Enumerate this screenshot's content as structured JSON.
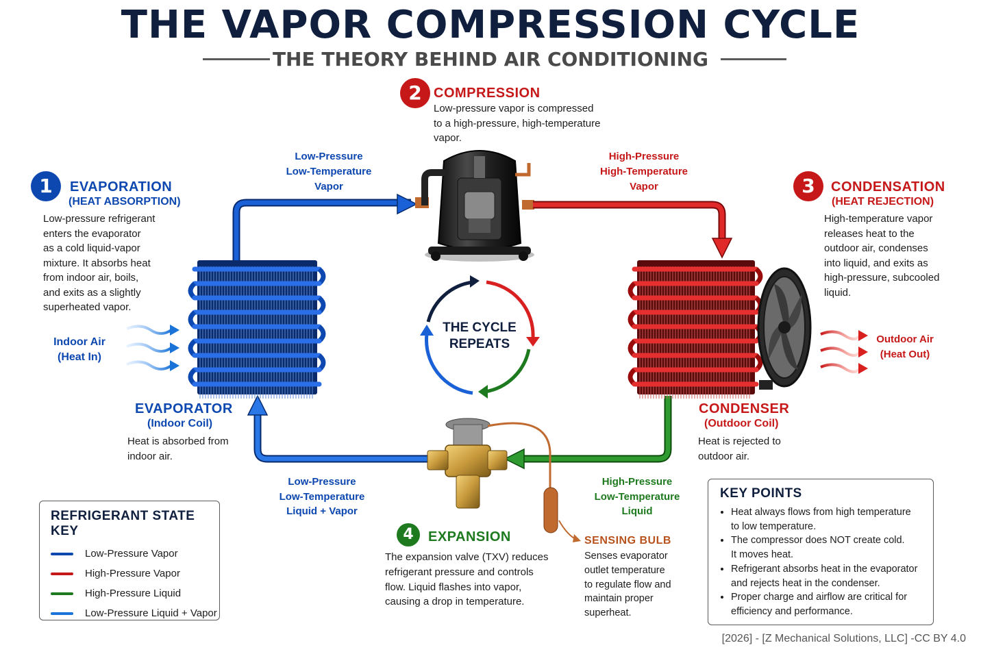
{
  "title": "THE VAPOR COMPRESSION CYCLE",
  "subtitle": "THE THEORY BEHIND AIR CONDITIONING",
  "steps": [
    {
      "number": "1",
      "title": "EVAPORATION",
      "subtitle": "(HEAT ABSORPTION)",
      "body": [
        "Low-pressure refrigerant",
        "enters the evaporator",
        "as a cold liquid-vapor",
        "mixture. It absorbs heat",
        "from indoor air, boils,",
        "and exits as a slightly",
        "superheated vapor."
      ]
    },
    {
      "number": "2",
      "title": "COMPRESSION",
      "subtitle": "",
      "body": [
        "Low-pressure vapor is compressed",
        "to a high-pressure, high-temperature",
        "vapor."
      ]
    },
    {
      "number": "3",
      "title": "CONDENSATION",
      "subtitle": "(HEAT REJECTION)",
      "body": [
        "High-temperature vapor",
        "releases heat to the",
        "outdoor air, condenses",
        "into liquid, and exits as",
        "high-pressure, subcooled",
        "liquid."
      ]
    },
    {
      "number": "4",
      "title": "EXPANSION",
      "subtitle": "",
      "body": [
        "The expansion valve (TXV) reduces",
        "refrigerant pressure and controls",
        "flow. Liquid flashes into vapor,",
        "causing a drop in temperature."
      ]
    }
  ],
  "flow_labels": {
    "suction": [
      "Low-Pressure",
      "Low-Temperature",
      "Vapor"
    ],
    "discharge": [
      "High-Pressure",
      "High-Temperature",
      "Vapor"
    ],
    "liquid_line": [
      "High-Pressure",
      "Low-Temperature",
      "Liquid"
    ],
    "mixture": [
      "Low-Pressure",
      "Low-Temperature",
      "Liquid + Vapor"
    ]
  },
  "components": {
    "evaporator": {
      "title": "EVAPORATOR",
      "subtitle": "(Indoor Coil)",
      "body": [
        "Heat is absorbed from",
        "indoor air."
      ]
    },
    "condenser": {
      "title": "CONDENSER",
      "subtitle": "(Outdoor Coil)",
      "body": [
        "Heat is rejected to",
        "outdoor air."
      ]
    },
    "sensing_bulb": {
      "title": "SENSING BULB",
      "body": [
        "Senses evaporator",
        "outlet temperature",
        "to regulate flow and",
        "maintain proper",
        "superheat."
      ]
    }
  },
  "air": {
    "indoor": [
      "Indoor Air",
      "(Heat In)"
    ],
    "outdoor": [
      "Outdoor Air",
      "(Heat Out)"
    ]
  },
  "cycle_text": [
    "THE CYCLE",
    "REPEATS"
  ],
  "legend": {
    "title": "REFRIGERANT STATE KEY",
    "items": [
      {
        "label": "Low-Pressure Vapor",
        "color": "#0d47b0"
      },
      {
        "label": "High-Pressure Vapor",
        "color": "#c61818"
      },
      {
        "label": "High-Pressure Liquid",
        "color": "#1e7a1e"
      },
      {
        "label": "Low-Pressure Liquid + Vapor",
        "color": "#1a73d6"
      }
    ]
  },
  "key_points": {
    "title": "KEY POINTS",
    "items": [
      [
        "Heat always flows from high temperature",
        "to low temperature."
      ],
      [
        "The compressor does NOT create cold.",
        "It moves heat."
      ],
      [
        "Refrigerant absorbs heat in the evaporator",
        "and rejects heat in the condenser."
      ],
      [
        "Proper charge and airflow are critical for",
        "efficiency and performance."
      ]
    ]
  },
  "footer": "[2026] - [Z Mechanical Solutions, LLC] -CC BY 4.0",
  "colors": {
    "low_pressure_vapor": "#0d47b0",
    "high_pressure_vapor": "#c61818",
    "high_pressure_liquid": "#1e7a1e",
    "low_pressure_mixture": "#1a73d6",
    "title": "#0f1f3d",
    "brass": "#c89a3c",
    "copper": "#c06a30"
  },
  "icons": [
    "compressor-icon",
    "evaporator-coil-icon",
    "condenser-coil-icon",
    "fan-icon",
    "expansion-valve-icon",
    "sensing-bulb-icon",
    "cycle-arrows-icon",
    "air-wave-icon"
  ]
}
